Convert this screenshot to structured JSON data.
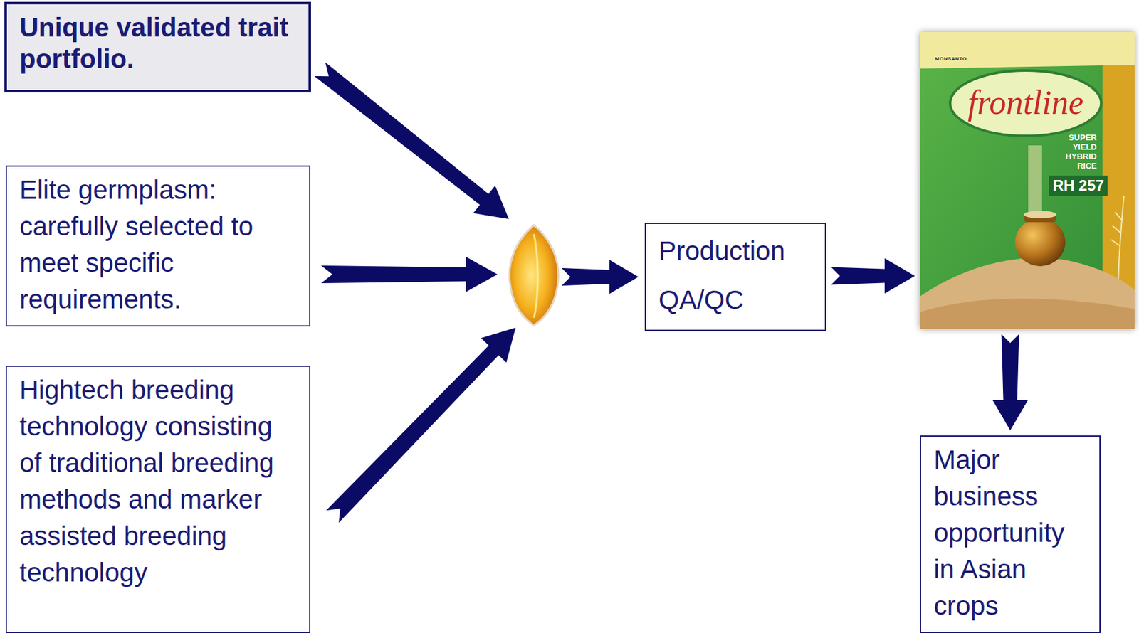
{
  "diagram": {
    "nodes": [
      {
        "text": [
          "Unique validated trait portfolio."
        ]
      },
      {
        "text": [
          "Elite germplasm: carefully selected to meet specific requirements."
        ]
      },
      {
        "text": [
          "Hightech breeding technology consisting of traditional breeding methods and marker assisted breeding technology"
        ]
      },
      {
        "text": [
          "Production",
          "QA/QC"
        ]
      },
      {
        "text": [
          "MONSANTO",
          "frontline",
          "SUPER YIELD HYBRID RICE",
          "RH 257"
        ]
      },
      {
        "text": [
          "Major business opportunity in Asian crops"
        ]
      }
    ],
    "edges": [
      {
        "from": 3,
        "to": 4,
        "arrow": "to"
      },
      {
        "from": 4,
        "to": 5,
        "arrow": "to"
      }
    ]
  }
}
